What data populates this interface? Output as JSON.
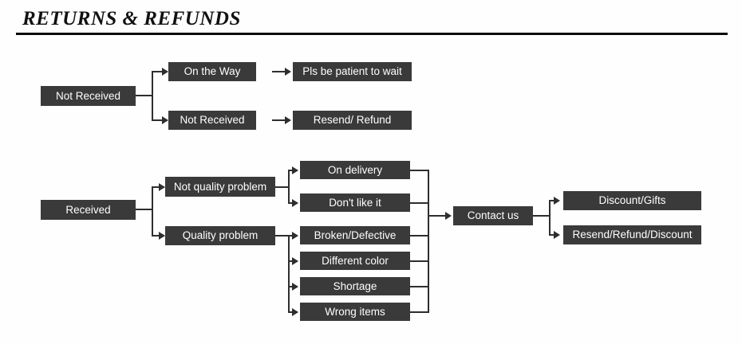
{
  "page": {
    "title": "RETURNS & REFUNDS",
    "background_color": "#fefefe",
    "node_color": "#3a3a3a",
    "node_text_color": "#ffffff",
    "connector_color": "#2e2e2e",
    "rule_color": "#0b0b0b"
  },
  "chart_data": {
    "type": "diagram",
    "title": "RETURNS & REFUNDS",
    "diagram_kind": "flowchart-tree",
    "direction": "left-to-right",
    "nodes": [
      {
        "id": "not_received_root",
        "label": "Not Received",
        "level": 0,
        "branch": "not-received"
      },
      {
        "id": "on_the_way",
        "label": "On the Way",
        "level": 1,
        "branch": "not-received"
      },
      {
        "id": "not_received_child",
        "label": "Not Received",
        "level": 1,
        "branch": "not-received"
      },
      {
        "id": "pls_be_patient",
        "label": "Pls be patient to wait",
        "level": 2,
        "branch": "not-received"
      },
      {
        "id": "resend_refund",
        "label": "Resend/ Refund",
        "level": 2,
        "branch": "not-received"
      },
      {
        "id": "received_root",
        "label": "Received",
        "level": 0,
        "branch": "received"
      },
      {
        "id": "not_quality_problem",
        "label": "Not quality problem",
        "level": 1,
        "branch": "received"
      },
      {
        "id": "quality_problem",
        "label": "Quality problem",
        "level": 1,
        "branch": "received"
      },
      {
        "id": "on_delivery",
        "label": "On delivery",
        "level": 2,
        "branch": "received"
      },
      {
        "id": "dont_like_it",
        "label": "Don't like it",
        "level": 2,
        "branch": "received"
      },
      {
        "id": "broken_defective",
        "label": "Broken/Defective",
        "level": 2,
        "branch": "received"
      },
      {
        "id": "different_color",
        "label": "Different color",
        "level": 2,
        "branch": "received"
      },
      {
        "id": "shortage",
        "label": "Shortage",
        "level": 2,
        "branch": "received"
      },
      {
        "id": "wrong_items",
        "label": "Wrong items",
        "level": 2,
        "branch": "received"
      },
      {
        "id": "contact_us",
        "label": "Contact us",
        "level": 3,
        "branch": "received"
      },
      {
        "id": "discount_gifts",
        "label": "Discount/Gifts",
        "level": 4,
        "branch": "received"
      },
      {
        "id": "resend_refund_discount",
        "label": "Resend/Refund/Discount",
        "level": 4,
        "branch": "received"
      }
    ],
    "edges": [
      {
        "from": "not_received_root",
        "to": "on_the_way"
      },
      {
        "from": "not_received_root",
        "to": "not_received_child"
      },
      {
        "from": "on_the_way",
        "to": "pls_be_patient"
      },
      {
        "from": "not_received_child",
        "to": "resend_refund"
      },
      {
        "from": "received_root",
        "to": "not_quality_problem"
      },
      {
        "from": "received_root",
        "to": "quality_problem"
      },
      {
        "from": "not_quality_problem",
        "to": "on_delivery"
      },
      {
        "from": "not_quality_problem",
        "to": "dont_like_it"
      },
      {
        "from": "quality_problem",
        "to": "broken_defective"
      },
      {
        "from": "quality_problem",
        "to": "different_color"
      },
      {
        "from": "quality_problem",
        "to": "shortage"
      },
      {
        "from": "quality_problem",
        "to": "wrong_items"
      },
      {
        "from": "on_delivery",
        "to": "contact_us"
      },
      {
        "from": "dont_like_it",
        "to": "contact_us"
      },
      {
        "from": "broken_defective",
        "to": "contact_us"
      },
      {
        "from": "different_color",
        "to": "contact_us"
      },
      {
        "from": "shortage",
        "to": "contact_us"
      },
      {
        "from": "wrong_items",
        "to": "contact_us"
      },
      {
        "from": "contact_us",
        "to": "discount_gifts"
      },
      {
        "from": "contact_us",
        "to": "resend_refund_discount"
      }
    ]
  },
  "nodes": {
    "not_received_root": "Not Received",
    "on_the_way": "On the Way",
    "not_received_child": "Not Received",
    "pls_be_patient": "Pls be patient to wait",
    "resend_refund": "Resend/ Refund",
    "received_root": "Received",
    "not_quality_problem": "Not quality problem",
    "quality_problem": "Quality problem",
    "on_delivery": "On delivery",
    "dont_like_it": "Don't like it",
    "broken_defective": "Broken/Defective",
    "different_color": "Different color",
    "shortage": "Shortage",
    "wrong_items": "Wrong items",
    "contact_us": "Contact us",
    "discount_gifts": "Discount/Gifts",
    "resend_refund_discount": "Resend/Refund/Discount"
  }
}
